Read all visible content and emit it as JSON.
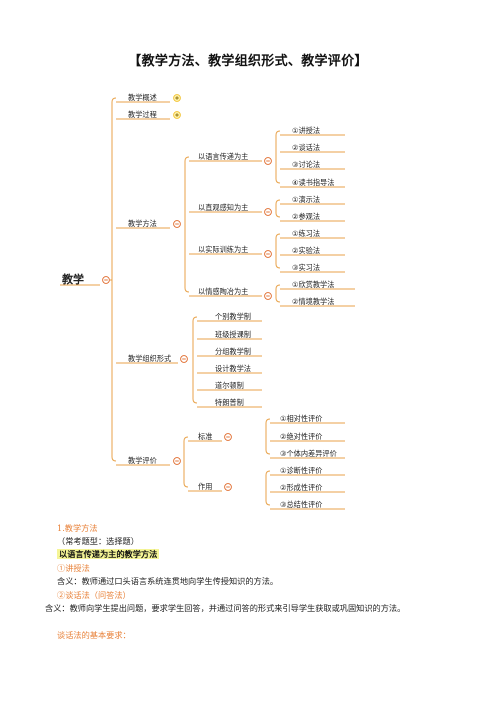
{
  "title": "【教学方法、教学组织形式、教学评价】",
  "mindmap": {
    "root": "教学",
    "branches": {
      "overview": "教学概述",
      "process": "教学过程",
      "methods": "教学方法",
      "org": "教学组织形式",
      "eval": "教学评价"
    },
    "method_groups": [
      {
        "label": "以语言传递为主",
        "items": [
          "①讲授法",
          "②谈话法",
          "③讨论法",
          "④读书指导法"
        ]
      },
      {
        "label": "以直观感知为主",
        "items": [
          "①演示法",
          "②参观法"
        ]
      },
      {
        "label": "以实际训练为主",
        "items": [
          "①练习法",
          "②实验法",
          "③实习法"
        ]
      },
      {
        "label": "以情感陶冶为主",
        "items": [
          "①欣赏教学法",
          "②情境教学法"
        ]
      }
    ],
    "org_items": [
      "个别教学制",
      "班级授课制",
      "分组教学制",
      "设计教学法",
      "道尔顿制",
      "特朗普制"
    ],
    "eval_groups": [
      {
        "label": "标准",
        "items": [
          "①相对性评价",
          "②绝对性评价",
          "③个体内差异评价"
        ]
      },
      {
        "label": "作用",
        "items": [
          "①诊断性评价",
          "②形成性评价",
          "③总结性评价"
        ]
      }
    ],
    "colors": {
      "line": "#e8a24a",
      "collapse": "#e06a2b",
      "expand": "#f2c230"
    }
  },
  "section": {
    "heading": "1.教学方法",
    "question_type": "（常考题型：选择题）",
    "subheading": "以语言传递为主的教学方法",
    "m1_label": "①讲授法",
    "m1_def": "含义：教师通过口头语言系统连贯地向学生传授知识的方法。",
    "m2_label": "②谈话法（问答法）",
    "m2_def": "含义：教师向学生提出问题，要求学生回答，并通过问答的形式来引导学生获取或巩固知识的方法。",
    "m2_req": "谈话法的基本要求："
  }
}
